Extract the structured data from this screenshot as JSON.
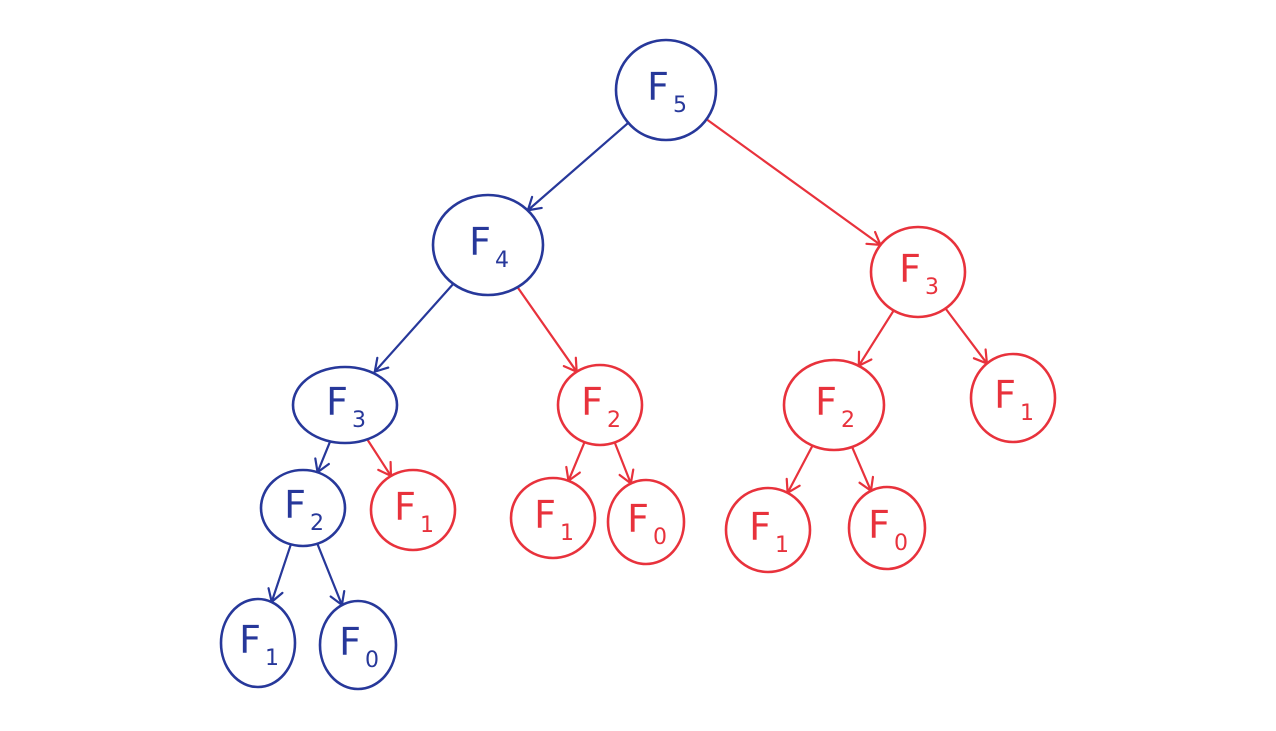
{
  "colors": {
    "memo_path": "#27389a",
    "duplicate": "#e8323c",
    "background": "#ffffff"
  },
  "nodes": [
    {
      "id": "f5-root",
      "letter": "F",
      "sub": "5",
      "group": "memo_path"
    },
    {
      "id": "f4",
      "letter": "F",
      "sub": "4",
      "group": "memo_path"
    },
    {
      "id": "f3-right",
      "letter": "F",
      "sub": "3",
      "group": "duplicate"
    },
    {
      "id": "f3-left",
      "letter": "F",
      "sub": "3",
      "group": "memo_path"
    },
    {
      "id": "f2-mid",
      "letter": "F",
      "sub": "2",
      "group": "duplicate"
    },
    {
      "id": "f2-right",
      "letter": "F",
      "sub": "2",
      "group": "duplicate"
    },
    {
      "id": "f1-right-top",
      "letter": "F",
      "sub": "1",
      "group": "duplicate"
    },
    {
      "id": "f2-left",
      "letter": "F",
      "sub": "2",
      "group": "memo_path"
    },
    {
      "id": "f1-under-f3",
      "letter": "F",
      "sub": "1",
      "group": "duplicate"
    },
    {
      "id": "f1-mid",
      "letter": "F",
      "sub": "1",
      "group": "duplicate"
    },
    {
      "id": "f0-mid",
      "letter": "F",
      "sub": "0",
      "group": "duplicate"
    },
    {
      "id": "f1-right",
      "letter": "F",
      "sub": "1",
      "group": "duplicate"
    },
    {
      "id": "f0-right",
      "letter": "F",
      "sub": "0",
      "group": "duplicate"
    },
    {
      "id": "f1-left",
      "letter": "F",
      "sub": "1",
      "group": "memo_path"
    },
    {
      "id": "f0-left",
      "letter": "F",
      "sub": "0",
      "group": "memo_path"
    }
  ],
  "edges": [
    {
      "from": "f5-root",
      "to": "f4",
      "group": "memo_path"
    },
    {
      "from": "f5-root",
      "to": "f3-right",
      "group": "duplicate"
    },
    {
      "from": "f4",
      "to": "f3-left",
      "group": "memo_path"
    },
    {
      "from": "f4",
      "to": "f2-mid",
      "group": "duplicate"
    },
    {
      "from": "f3-right",
      "to": "f2-right",
      "group": "duplicate"
    },
    {
      "from": "f3-right",
      "to": "f1-right-top",
      "group": "duplicate"
    },
    {
      "from": "f3-left",
      "to": "f2-left",
      "group": "memo_path"
    },
    {
      "from": "f3-left",
      "to": "f1-under-f3",
      "group": "duplicate"
    },
    {
      "from": "f2-mid",
      "to": "f1-mid",
      "group": "duplicate"
    },
    {
      "from": "f2-mid",
      "to": "f0-mid",
      "group": "duplicate"
    },
    {
      "from": "f2-right",
      "to": "f1-right",
      "group": "duplicate"
    },
    {
      "from": "f2-right",
      "to": "f0-right",
      "group": "duplicate"
    },
    {
      "from": "f2-left",
      "to": "f1-left",
      "group": "memo_path"
    },
    {
      "from": "f2-left",
      "to": "f0-left",
      "group": "memo_path"
    }
  ]
}
